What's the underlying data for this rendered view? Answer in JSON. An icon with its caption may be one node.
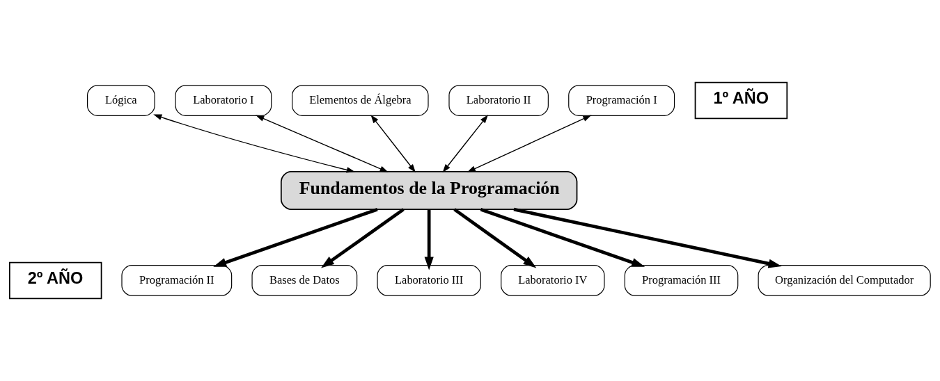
{
  "diagram": {
    "nodes": [
      {
        "text": [
          "Fundamentos de la Programación"
        ]
      },
      {
        "text": [
          "Lógica"
        ]
      },
      {
        "text": [
          "Laboratorio I"
        ]
      },
      {
        "text": [
          "Elementos de Álgebra"
        ]
      },
      {
        "text": [
          "Laboratorio II"
        ]
      },
      {
        "text": [
          "Programación I"
        ]
      },
      {
        "text": [
          "1º AÑO"
        ]
      },
      {
        "text": [
          "2º AÑO"
        ]
      },
      {
        "text": [
          "Programación II"
        ]
      },
      {
        "text": [
          "Bases de Datos"
        ]
      },
      {
        "text": [
          "Laboratorio III"
        ]
      },
      {
        "text": [
          "Laboratorio IV"
        ]
      },
      {
        "text": [
          "Programación III"
        ]
      },
      {
        "text": [
          "Organización del Computador"
        ]
      }
    ],
    "edges": [
      {
        "from": 0,
        "to": 1,
        "arrow": "both"
      },
      {
        "from": 0,
        "to": 2,
        "arrow": "both"
      },
      {
        "from": 0,
        "to": 3,
        "arrow": "both"
      },
      {
        "from": 0,
        "to": 4,
        "arrow": "both"
      },
      {
        "from": 0,
        "to": 5,
        "arrow": "both"
      },
      {
        "from": 0,
        "to": 8,
        "arrow": "to"
      },
      {
        "from": 0,
        "to": 10,
        "arrow": "to"
      },
      {
        "from": 0,
        "to": 9,
        "arrow": "to"
      },
      {
        "from": 0,
        "to": 11,
        "arrow": "to"
      },
      {
        "from": 0,
        "to": 12,
        "arrow": "to"
      },
      {
        "from": 0,
        "to": 13,
        "arrow": "to"
      }
    ]
  }
}
